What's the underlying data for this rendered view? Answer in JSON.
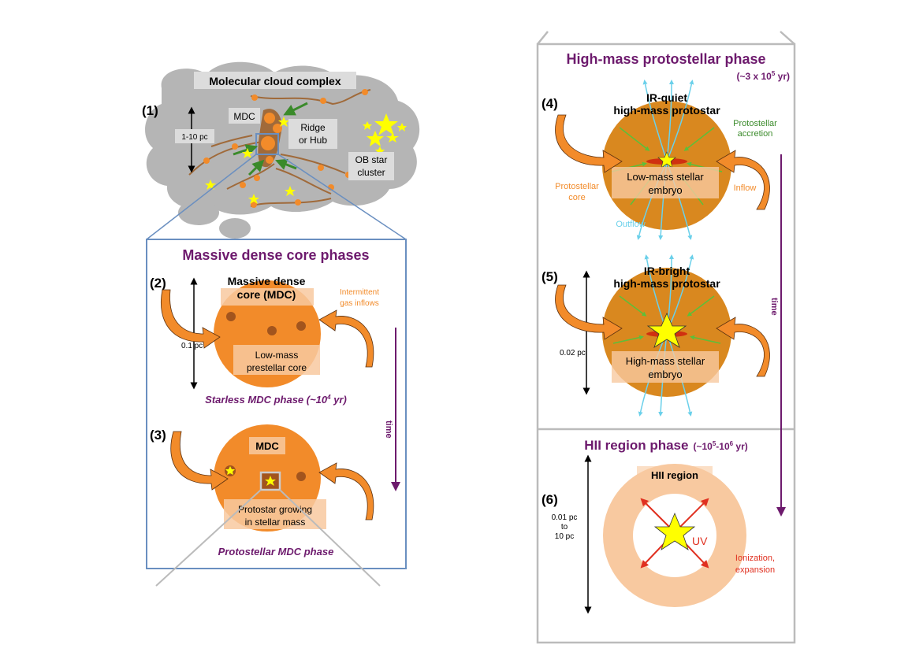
{
  "left": {
    "step1": "(1)",
    "cloud_title": "Molecular cloud complex",
    "mdc": "MDC",
    "ridge_line1": "Ridge",
    "ridge_line2": "or Hub",
    "scale": "1-10 pc",
    "ob_line1": "OB star",
    "ob_line2": "cluster",
    "panel_title": "Massive dense core phases",
    "step2": "(2)",
    "mdc_title_line1": "Massive dense",
    "mdc_title_line2": "core (MDC)",
    "inflow_line1": "Intermittent",
    "inflow_line2": "gas inflows",
    "core_scale": "0.1 pc",
    "prestellar_line1": "Low-mass",
    "prestellar_line2": "prestellar core",
    "starless_phase": "Starless MDC phase (~10",
    "starless_exp": "4",
    "starless_tail": " yr)",
    "time": "time",
    "step3": "(3)",
    "mdc2": "MDC",
    "protostar_line1": "Protostar growing",
    "protostar_line2": "in stellar mass",
    "protostellar_phase": "Protostellar MDC phase"
  },
  "right": {
    "hm_title": "High-mass protostellar phase",
    "hm_time_pre": "(~3 x 10",
    "hm_time_exp": "5",
    "hm_time_post": " yr)",
    "step4": "(4)",
    "irq_line1": "IR-quiet",
    "irq_line2": "high-mass protostar",
    "accretion_line1": "Protostellar",
    "accretion_line2": "accretion",
    "lm_embryo_line1": "Low-mass stellar",
    "lm_embryo_line2": "embryo",
    "pcore_line1": "Protostellar",
    "pcore_line2": "core",
    "inflow": "Inflow",
    "outflow": "Outflow",
    "step5": "(5)",
    "irb_line1": "IR-bright",
    "irb_line2": "high-mass protostar",
    "scale5": "0.02 pc",
    "hm_embryo_line1": "High-mass stellar",
    "hm_embryo_line2": "embryo",
    "time": "time",
    "hii_title": "HII region phase",
    "hii_time_pre": "(~10",
    "hii_time_exp1": "5",
    "hii_time_mid": "-10",
    "hii_time_exp2": "6",
    "hii_time_post": " yr)",
    "step6": "(6)",
    "scale6_line1": "0.01 pc",
    "scale6_line2": "to",
    "scale6_line3": "10 pc",
    "hii_region": "HII region",
    "uv": "UV",
    "ion_line1": "Ionization,",
    "ion_line2": "expansion"
  },
  "colors": {
    "purple": "#6d1a6d",
    "core_orange": "#f28b2a",
    "dark_orange": "#d9881f",
    "filament": "#a06a3a",
    "cloud_gray": "#b5b5b5",
    "blue_frame": "#6a8fc0",
    "green_arrow": "#3a8a2a",
    "cyan_flow": "#6ad0ea",
    "star_yellow": "#ffff00",
    "hii_ring": "#f8c9a0",
    "red_arrow": "#e03020"
  }
}
